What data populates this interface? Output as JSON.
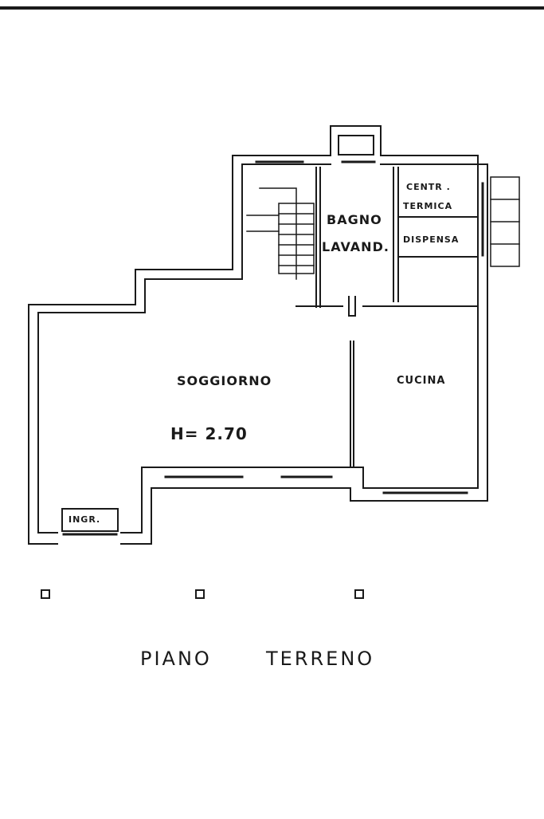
{
  "plan": {
    "rooms": {
      "bagno": "BAGNO",
      "lavand": "LAVAND.",
      "centr": "CENTR .",
      "termica": "TERMICA",
      "dispensa": "DISPENSA",
      "soggiorno": "SOGGIORNO",
      "height": "H= 2.70",
      "cucina": "CUCINA",
      "ingresso": "INGR."
    },
    "title_left": "PIANO",
    "title_right": "TERRENO"
  },
  "colors": {
    "ink": "#1a1a1a",
    "paper": "#ffffff"
  }
}
